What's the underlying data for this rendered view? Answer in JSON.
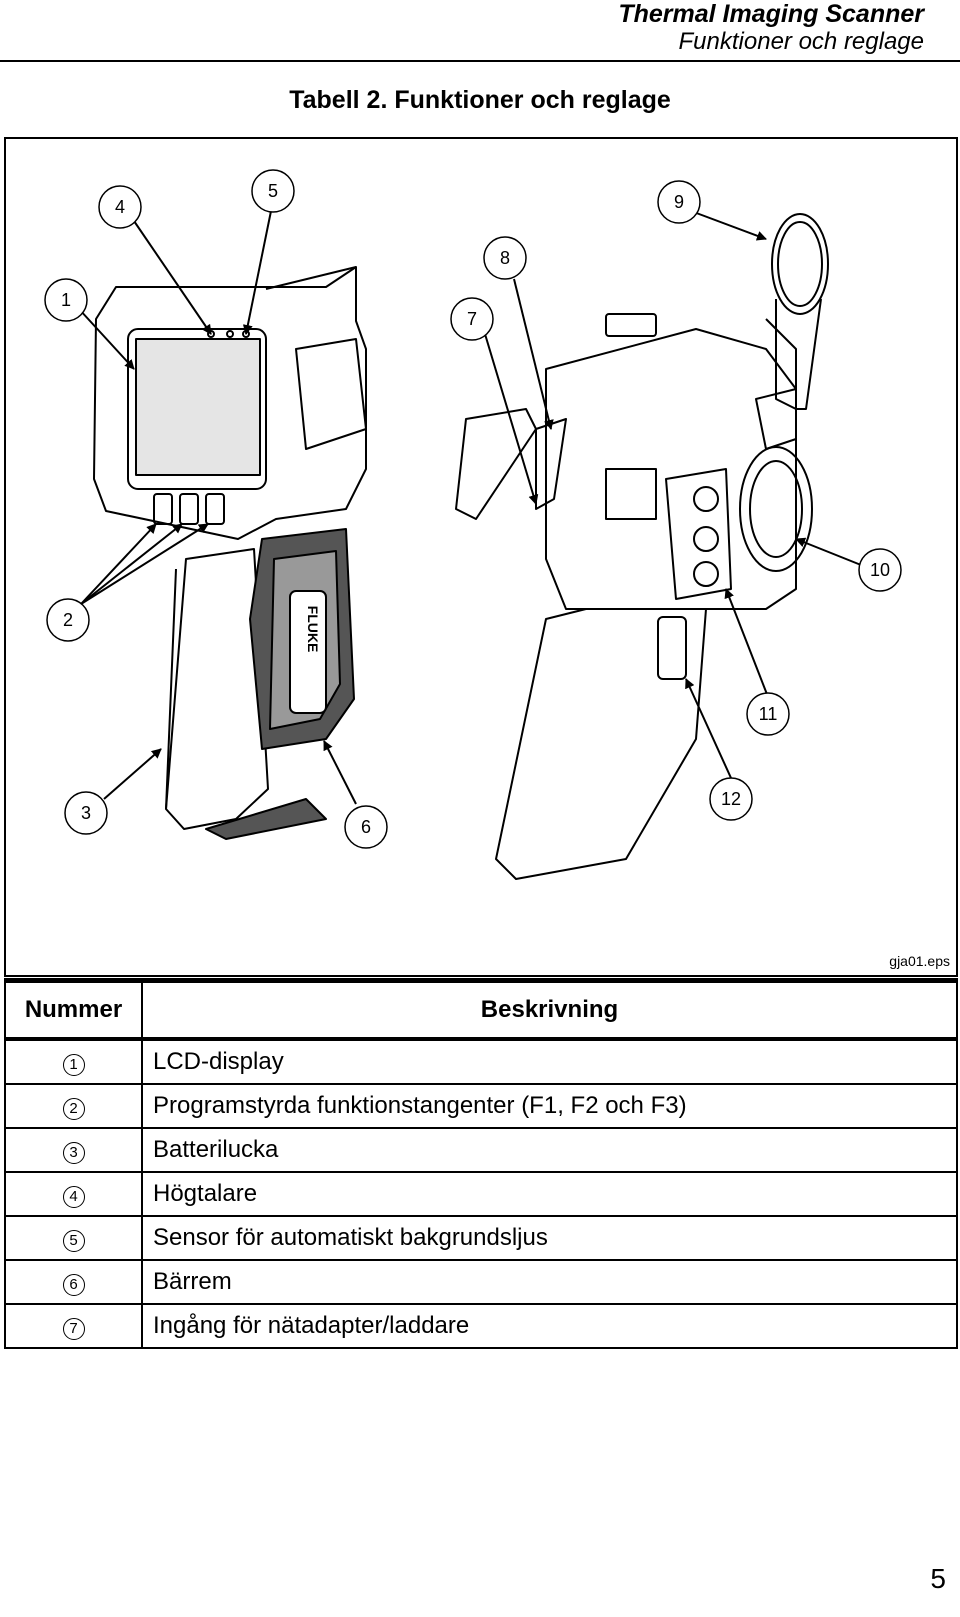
{
  "header": {
    "title": "Thermal Imaging Scanner",
    "subtitle": "Funktioner och reglage"
  },
  "caption": "Tabell 2. Funktioner och reglage",
  "figure": {
    "file_ref": "gja01.eps",
    "callouts": [
      "1",
      "2",
      "3",
      "4",
      "5",
      "6",
      "7",
      "8",
      "9",
      "10",
      "11",
      "12"
    ],
    "strap_logo": "FLUKE"
  },
  "table": {
    "headers": {
      "number": "Nummer",
      "description": "Beskrivning"
    },
    "rows": [
      {
        "num": "1",
        "desc": "LCD-display"
      },
      {
        "num": "2",
        "desc": "Programstyrda funktionstangenter (F1, F2 och F3)"
      },
      {
        "num": "3",
        "desc": "Batterilucka"
      },
      {
        "num": "4",
        "desc": "Högtalare"
      },
      {
        "num": "5",
        "desc": "Sensor för automatiskt bakgrundsljus"
      },
      {
        "num": "6",
        "desc": "Bärrem"
      },
      {
        "num": "7",
        "desc": "Ingång för nätadapter/laddare"
      }
    ]
  },
  "page_number": "5"
}
